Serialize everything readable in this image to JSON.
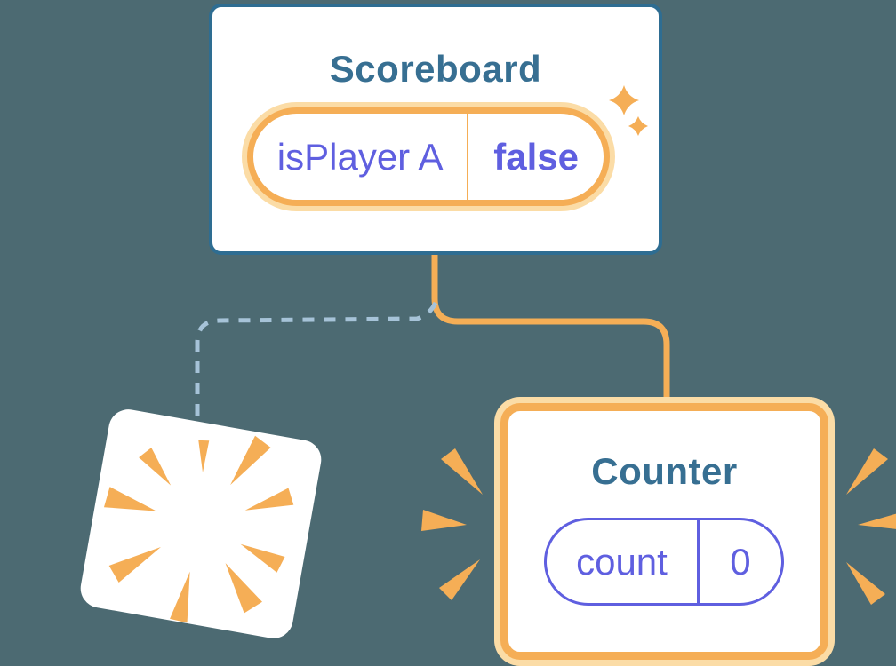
{
  "colors": {
    "bg": "#4C6A72",
    "card-border": "#2E6D92",
    "heading": "#376F92",
    "orange": "#F5AE56",
    "peach": "#FBDCA6",
    "purple": "#5F5FE0",
    "dash": "#A6C3D8",
    "white": "#FFFFFF"
  },
  "scoreboard": {
    "title": "Scoreboard",
    "state": {
      "name": "isPlayer A",
      "value": "false"
    }
  },
  "counter": {
    "title": "Counter",
    "state": {
      "name": "count",
      "value": "0"
    }
  },
  "icons": {
    "sparkles-icon": "✦",
    "poof-burst-icon": "✳",
    "emphasis-burst-icon": "☀"
  }
}
